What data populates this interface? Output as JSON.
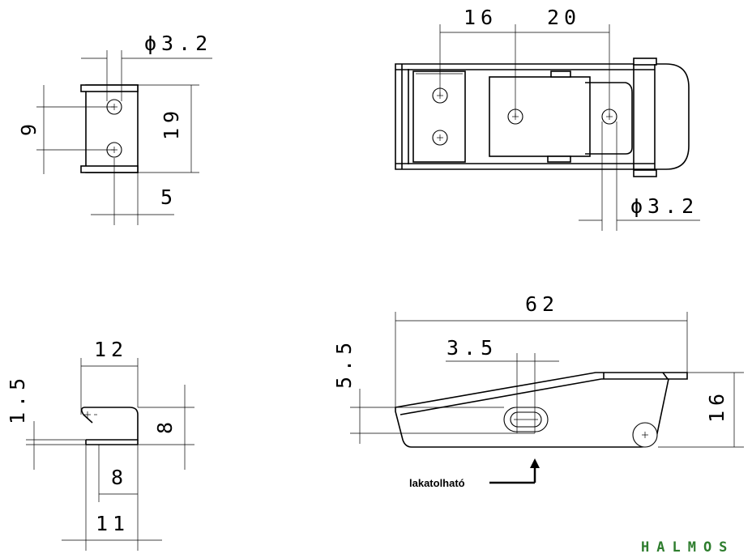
{
  "views": {
    "top_left": {
      "dims": {
        "hole": "ϕ3.2",
        "height": "19",
        "spacing": "9",
        "offset": "5"
      }
    },
    "top_right": {
      "dims": {
        "left": "16",
        "right": "20",
        "hole": "ϕ3.2"
      }
    },
    "bottom_left": {
      "dims": {
        "width": "12",
        "thickness": "1.5",
        "height": "8",
        "inner": "8",
        "base": "11"
      }
    },
    "bottom_right": {
      "dims": {
        "length": "62",
        "slot": "3.5",
        "slot_height": "5.5",
        "height": "16"
      },
      "note": "lakatolható"
    }
  },
  "brand": "HALMOS",
  "colors": {
    "lines": "#000000",
    "brand": "#2e7d2e"
  }
}
